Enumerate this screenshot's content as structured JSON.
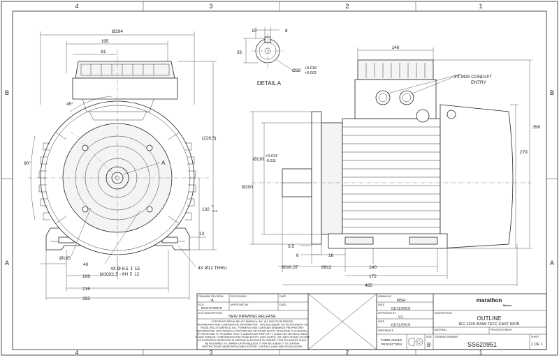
{
  "border": {
    "top_zones": [
      "4",
      "3",
      "2",
      "1"
    ],
    "bottom_zones": [
      "4",
      "3",
      "2",
      "1"
    ],
    "left_rows": [
      "B",
      "A"
    ],
    "right_rows": [
      "B",
      "A"
    ]
  },
  "front_view": {
    "d_294": "Ø294",
    "d_195": "195",
    "d_81": "81",
    "angle_45": "45°",
    "angle_90": "90°",
    "h_226": "(226.5)",
    "h_132": "132",
    "h_132_tol_top": "0",
    "h_132_tol_bot": "-0.3",
    "d_13": "13",
    "label_a": "A",
    "d_165": "Ø165",
    "holes_1": "4X Ø 8.5 ↧ 15",
    "holes_2": "M10X1.5 - 6H ↧ 12",
    "thru": "4X Ø12 THRU",
    "d_40": "40",
    "d_108": "108",
    "d_216": "216",
    "d_255": "255"
  },
  "detail_a": {
    "title": "DETAIL A",
    "d_10": "10",
    "d_8": "8",
    "d_33": "33",
    "d_38": "Ø38",
    "d_38_tol_top": "+0.018",
    "d_38_tol_bot": "+0.002"
  },
  "side_view": {
    "d_146": "146",
    "conduit_1": "2X M25 CONDUIT",
    "conduit_2": "ENTRY",
    "d_358": "358",
    "d_279": "279",
    "d_130": "Ø130",
    "d_130_tol_top": "+0.014",
    "d_130_tol_bot": "-0.011",
    "d_200": "Ø200",
    "d_3_5": "3.5",
    "d_6": "6",
    "d_16": "16",
    "d_80": "80±0.37",
    "d_89": "89±2",
    "d_140": "140",
    "d_172": "172",
    "d_465": "465"
  },
  "title_block": {
    "drawing_revision_label": "DRAWING REVISION",
    "drawing_revision": "A",
    "revision_by_label": "REVISION BY",
    "date_label": "DATE",
    "eco_label": "ECO",
    "eco": "ECO-0176075",
    "approved_by_label": "APPROVED BY",
    "eco_desc_label": "ECO DESCRIPTION",
    "eco_desc": "NEW DRAWING RELEASE",
    "copyright": [
      "COPYRIGHT REGAL BELOIT AMERICA, INC. ALL RIGHTS RESERVED",
      "PROPRIETARY AND CONFIDENTIAL INFORMATION - THIS DOCUMENT IS THE PROPERTY OF",
      "REGAL BELOIT AMERICA, INC. FORMERLY AND CONTAINS DRAWINGS PROPRIETARY",
      "INFORMATION. ANY PERSON, CORPORATION OR OTHER ENTITY RECEIVING IT, IS BOUND,",
      "BY RECEIVING IT, TO AGREE THAT IT, AND/OR ANY PART OF IT, SHALL NOT BE DISCLOSED",
      "TO ANY PERSON, CORPORATION OR OTHER ENTITY. DUPLICATED, OR USED OTHER, EXCEPT",
      "AS EXPRESSLY APPROVED IN WRITING IN ADVANCE BY OWNER. THIS DOCUMENT SHALL",
      "BE RETURNED TO OWNER UPON REQUEST. IT MAY BE SUBJECT TO CERTAIN",
      "RESTRICTIONS UNDER APPLICABLE EXPORT CONTROL LAWS AND REGULATIONS"
    ],
    "drawn_by_label": "DRAWN BY",
    "drawn_by": "MSH",
    "date_1": "01/11/2019",
    "approved_by2_label": "APPROVED BY",
    "approved_by2": "VJ",
    "date_2": "01/11/2019",
    "reference_label": "REFERENCE",
    "description_label": "DESCRIPTION",
    "description_1": "OUTLINE",
    "description_2": "IEC-132S-B34A-TEFC-CAST IRON",
    "material_label": "MATERIAL",
    "process_label": "PROCESS/FINISH",
    "projection_1": "THIRD ANGLE",
    "projection_2": "PROJECTION",
    "size_label": "SIZE",
    "size": "B",
    "drawing_number_label": "DRAWING NUMBER",
    "drawing_number": "SS620951",
    "sheet_label": "SHEET",
    "sheet": "1 OF 1",
    "brand": "marathon",
    "brand_sub": "Motors"
  }
}
